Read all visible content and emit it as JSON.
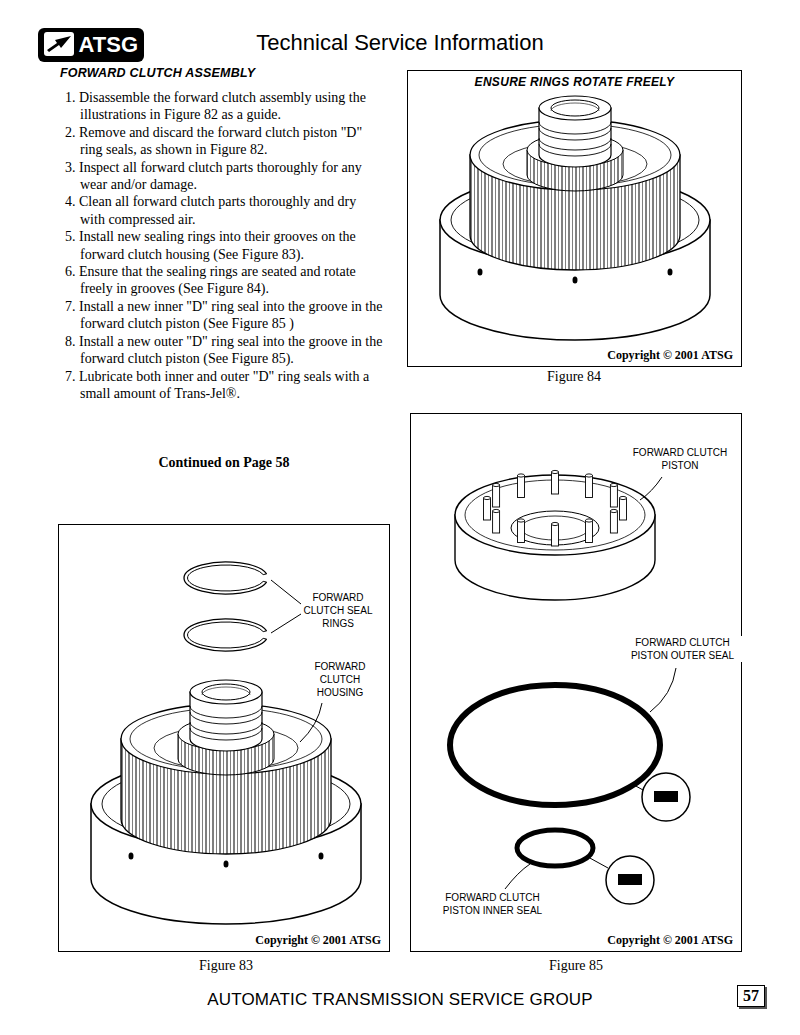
{
  "diagram": {
    "title": "Technical Service Information",
    "nodes": [
      {
        "text": [
          "ATSG"
        ]
      },
      {
        "text": [
          "ENSURE RINGS ROTATE FREELY",
          "Copyright © 2001 ATSG"
        ]
      },
      {
        "text": [
          "Copyright © 2001 ATSG"
        ]
      },
      {
        "text": [
          "Copyright © 2001 ATSG"
        ]
      },
      {
        "text": [
          "57"
        ]
      }
    ],
    "labels": [
      "FORWARD CLUTCH ASSEMBLY",
      "1. Disassemble the forward clutch assembly using the illustrations in Figure 82 as a guide.",
      "2. Remove and discard the forward clutch piston \"D\" ring seals, as shown in Figure 82.",
      "3. Inspect all forward clutch parts thoroughly for any wear and/or damage.",
      "4. Clean all forward clutch parts thoroughly and dry with compressed air.",
      "5. Install new sealing rings into their grooves on the forward clutch housing (See Figure 83).",
      "6. Ensure that the sealing rings are seated and rotate freely in grooves (See Figure 84).",
      "7. Install a new inner \"D\" ring seal into the groove in the forward clutch piston (See Figure 85 )",
      "8. Install a new outer \"D\" ring seal into the groove in the forward clutch piston (See Figure 85).",
      "7. Lubricate both inner and outer \"D\" ring seals with a small amount of Trans-Jel®.",
      "Continued on Page 58",
      "Figure 84",
      "FORWARD CLUTCH SEAL RINGS",
      "FORWARD CLUTCH HOUSING",
      "Figure 83",
      "FORWARD CLUTCH PISTON",
      "FORWARD CLUTCH PISTON OUTER SEAL",
      "FORWARD CLUTCH PISTON INNER SEAL",
      "Figure 85",
      "AUTOMATIC TRANSMISSION SERVICE GROUP"
    ]
  }
}
